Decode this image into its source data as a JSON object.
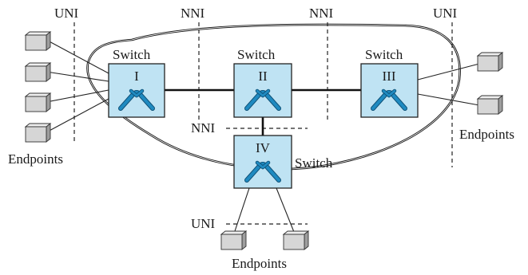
{
  "labels": {
    "uni_left": "UNI",
    "nni_left": "NNI",
    "nni_right": "NNI",
    "uni_right": "UNI",
    "nni_middle": "NNI",
    "uni_bottom": "UNI",
    "switch_i_label": "Switch",
    "switch_ii_label": "Switch",
    "switch_iii_label": "Switch",
    "switch_iv_label": "Switch",
    "endpoints_left": "Endpoints",
    "endpoints_right": "Endpoints",
    "endpoints_bottom": "Endpoints"
  },
  "switches": {
    "i": "I",
    "ii": "II",
    "iii": "III",
    "iv": "IV"
  },
  "colors": {
    "switch_fill": "#bfe3f3",
    "switch_symbol": "#1f8ac0",
    "endpoint_front": "#d6d6d6",
    "endpoint_top": "#eeeeee",
    "endpoint_side": "#9e9e9e"
  }
}
